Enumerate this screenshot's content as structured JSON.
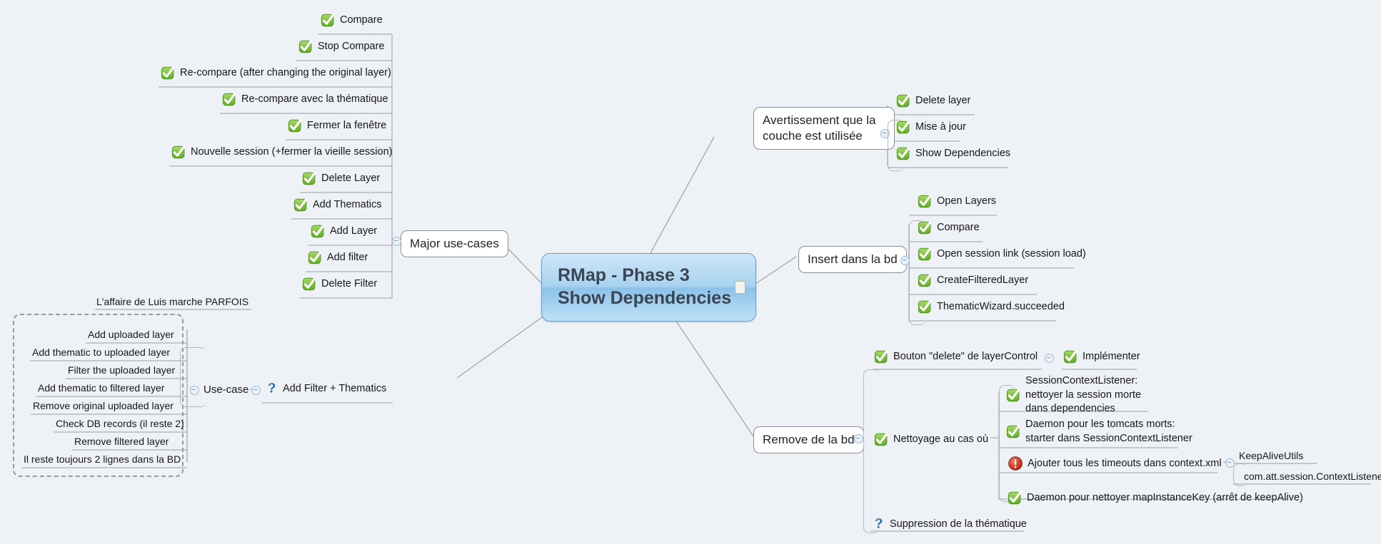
{
  "app": {
    "background_color": "#eef1f5",
    "root_fill": "#a8d2f0",
    "root_text_color": "#3b4452",
    "check_icon_color": "#7ac143",
    "question_icon_color": "#3b74ad",
    "alert_icon_color": "#cc3b26"
  },
  "root": {
    "line1": "RMap - Phase 3",
    "line2": "Show Dependencies",
    "note_icon": "note-icon"
  },
  "branches": {
    "major_use_cases": {
      "label": "Major use-cases",
      "items": [
        {
          "icon": "check-icon",
          "label": "Compare"
        },
        {
          "icon": "check-icon",
          "label": "Stop Compare"
        },
        {
          "icon": "check-icon",
          "label": "Re-compare (after changing the original layer)"
        },
        {
          "icon": "check-icon",
          "label": "Re-compare avec la thématique"
        },
        {
          "icon": "check-icon",
          "label": "Fermer la fenêtre"
        },
        {
          "icon": "check-icon",
          "label": "Nouvelle session (+fermer la vieille session)"
        },
        {
          "icon": "check-icon",
          "label": "Delete Layer"
        },
        {
          "icon": "check-icon",
          "label": "Add Thematics"
        },
        {
          "icon": "check-icon",
          "label": "Add Layer"
        },
        {
          "icon": "check-icon",
          "label": "Add filter"
        },
        {
          "icon": "check-icon",
          "label": "Delete Filter"
        }
      ]
    },
    "add_filter_thematics": {
      "icon": "question-icon",
      "label": "Add Filter + Thematics",
      "usecase_label": "Use-case",
      "note_above": "L'affaire de Luis marche PARFOIS",
      "steps": [
        "Add uploaded layer",
        "Add thematic to uploaded layer",
        "Filter the uploaded layer",
        "Add thematic to filtered layer",
        "Remove original uploaded layer",
        "Check DB records (il reste 2)",
        "Remove filtered layer",
        "Il reste toujours 2 lignes dans la BD"
      ]
    },
    "avertissement": {
      "line1": "Avertissement que la",
      "line2": "couche est utilisée",
      "items": [
        {
          "icon": "check-icon",
          "label": "Delete layer"
        },
        {
          "icon": "check-icon",
          "label": "Mise à jour"
        },
        {
          "icon": "check-icon",
          "label": "Show Dependencies"
        }
      ]
    },
    "insert_dans_la_bd": {
      "label": "Insert dans la bd",
      "items": [
        {
          "icon": "check-icon",
          "label": "Open Layers"
        },
        {
          "icon": "check-icon",
          "label": "Compare"
        },
        {
          "icon": "check-icon",
          "label": "Open session link (session load)"
        },
        {
          "icon": "check-icon",
          "label": "CreateFilteredLayer"
        },
        {
          "icon": "check-icon",
          "label": "ThematicWizard.succeeded"
        }
      ]
    },
    "remove_de_la_bd": {
      "label": "Remove de la bd",
      "bouton_delete": {
        "icon": "check-icon",
        "label": "Bouton \"delete\" de layerControl"
      },
      "implementer": {
        "icon": "check-icon",
        "label": "Implémenter"
      },
      "nettoyage": {
        "icon": "check-icon",
        "label": "Nettoyage au cas où"
      },
      "nettoyage_items": [
        {
          "icon": "check-icon",
          "line1": "SessionContextListener:",
          "line2": "nettoyer la session morte",
          "line3": "dans dependencies"
        },
        {
          "icon": "check-icon",
          "line1": "Daemon pour les tomcats morts:",
          "line2": "starter dans SessionContextListener"
        },
        {
          "icon": "alert-icon",
          "line1": "Ajouter tous les timeouts dans context.xml"
        },
        {
          "icon": "check-icon",
          "line1": "Daemon pour nettoyer mapInstanceKey (arrêt de keepAlive)"
        }
      ],
      "timeout_detail": {
        "top": "KeepAliveUtils",
        "bottom": "com.att.session.ContextListener"
      },
      "suppression": {
        "icon": "question-icon",
        "label": "Suppression de la thématique"
      }
    }
  }
}
